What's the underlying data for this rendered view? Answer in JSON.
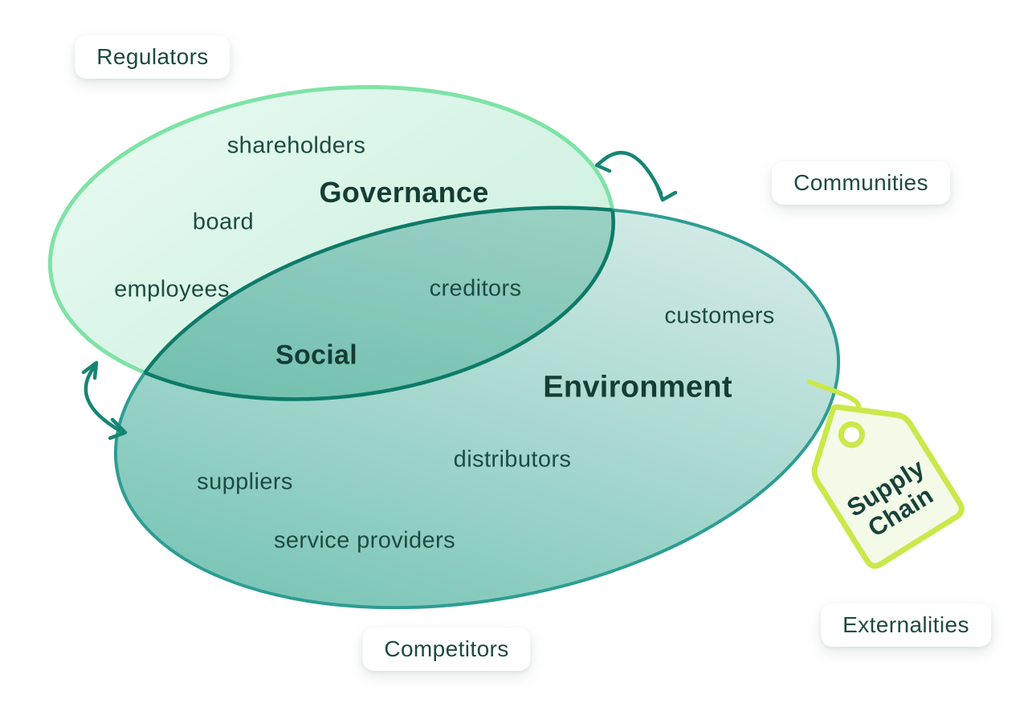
{
  "venn": {
    "governance": {
      "title": "Governance",
      "items": [
        "shareholders",
        "board",
        "employees"
      ]
    },
    "overlap": {
      "title": "Social",
      "items": [
        "creditors"
      ]
    },
    "environment": {
      "title": "Environment",
      "items": [
        "customers",
        "distributors",
        "suppliers",
        "service providers"
      ]
    }
  },
  "external": {
    "regulators": "Regulators",
    "communities": "Communities",
    "competitors": "Competitors",
    "externalities": "Externalities"
  },
  "tag": {
    "line1": "Supply",
    "line2": "Chain"
  },
  "icons": {
    "top_arrow": "curved-exchange-arrow",
    "left_arrow": "curved-exchange-arrow",
    "tag_icon": "price-tag"
  },
  "colors": {
    "governance_stroke": "#7ee3a6",
    "governance_grad_a": "#e9faf2",
    "governance_grad_b": "#c8efdc",
    "environment_stroke": "#2e9d92",
    "environment_deep": "#009174",
    "environment_pale": "#cee6e4",
    "overlap_fill": "#1c8a76",
    "lens_stroke": "#0e7a68",
    "arrow": "#178573",
    "lime": "#c9e94a",
    "tag_fill": "#f3fae8",
    "text_dark": "#1d4b41",
    "title_dark": "#143d34",
    "card_bg": "#ffffff"
  }
}
